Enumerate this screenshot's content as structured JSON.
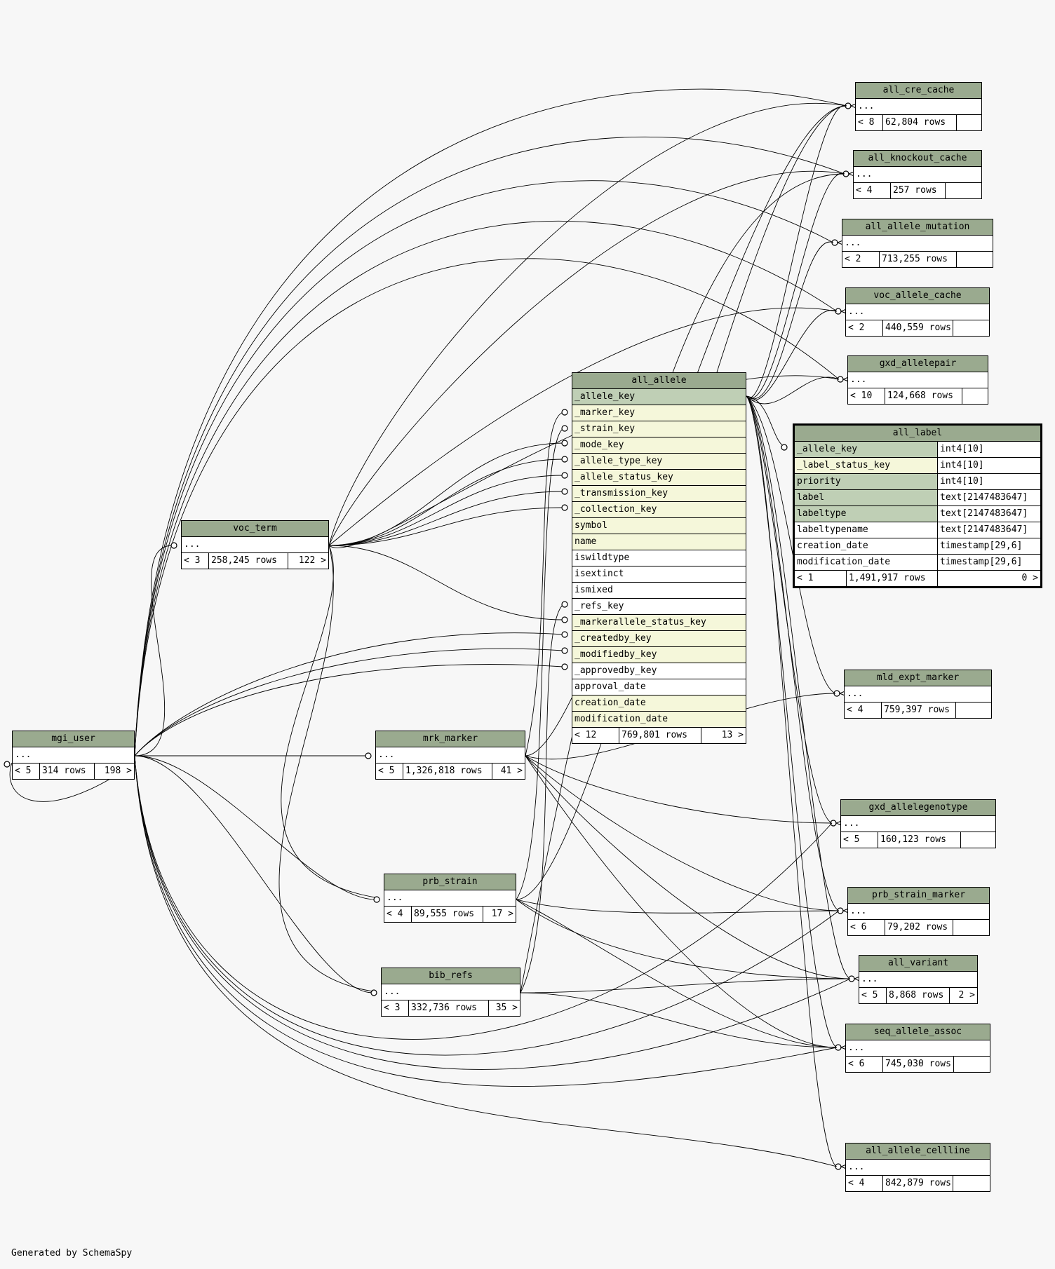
{
  "footer": "Generated by SchemaSpy",
  "focus_table": {
    "name": "all_label",
    "columns": [
      {
        "name": "_allele_key",
        "type": "int4[10]",
        "kind": "pk"
      },
      {
        "name": "_label_status_key",
        "type": "int4[10]",
        "kind": "fk"
      },
      {
        "name": "priority",
        "type": "int4[10]",
        "kind": "pk"
      },
      {
        "name": "label",
        "type": "text[2147483647]",
        "kind": "pk"
      },
      {
        "name": "labeltype",
        "type": "text[2147483647]",
        "kind": "pk"
      },
      {
        "name": "labeltypename",
        "type": "text[2147483647]",
        "kind": "plain"
      },
      {
        "name": "creation_date",
        "type": "timestamp[29,6]",
        "kind": "plain"
      },
      {
        "name": "modification_date",
        "type": "timestamp[29,6]",
        "kind": "plain"
      }
    ],
    "footer": {
      "parents": "< 1",
      "rows": "1,491,917 rows",
      "children": "0 >"
    }
  },
  "all_allele": {
    "name": "all_allele",
    "columns": [
      {
        "name": "_allele_key",
        "kind": "pk"
      },
      {
        "name": "_marker_key",
        "kind": "fk"
      },
      {
        "name": "_strain_key",
        "kind": "fk"
      },
      {
        "name": "_mode_key",
        "kind": "fk"
      },
      {
        "name": "_allele_type_key",
        "kind": "fk"
      },
      {
        "name": "_allele_status_key",
        "kind": "fk"
      },
      {
        "name": "_transmission_key",
        "kind": "fk"
      },
      {
        "name": "_collection_key",
        "kind": "fk"
      },
      {
        "name": "symbol",
        "kind": "fk"
      },
      {
        "name": "name",
        "kind": "fk"
      },
      {
        "name": "iswildtype",
        "kind": "plain"
      },
      {
        "name": "isextinct",
        "kind": "plain"
      },
      {
        "name": "ismixed",
        "kind": "plain"
      },
      {
        "name": "_refs_key",
        "kind": "plain"
      },
      {
        "name": "_markerallele_status_key",
        "kind": "fk"
      },
      {
        "name": "_createdby_key",
        "kind": "fk"
      },
      {
        "name": "_modifiedby_key",
        "kind": "fk"
      },
      {
        "name": "_approvedby_key",
        "kind": "plain"
      },
      {
        "name": "approval_date",
        "kind": "plain"
      },
      {
        "name": "creation_date",
        "kind": "fk"
      },
      {
        "name": "modification_date",
        "kind": "fk"
      }
    ],
    "footer": {
      "parents": "< 12",
      "rows": "769,801 rows",
      "children": "13 >"
    }
  },
  "tables": [
    {
      "id": "all_cre_cache",
      "name": "all_cre_cache",
      "ellipsis": "...",
      "parents": "< 8",
      "rows": "62,804 rows",
      "children": ""
    },
    {
      "id": "all_knockout_cache",
      "name": "all_knockout_cache",
      "ellipsis": "...",
      "parents": "< 4",
      "rows": "257 rows",
      "children": ""
    },
    {
      "id": "all_allele_mutation",
      "name": "all_allele_mutation",
      "ellipsis": "...",
      "parents": "< 2",
      "rows": "713,255 rows",
      "children": ""
    },
    {
      "id": "voc_allele_cache",
      "name": "voc_allele_cache",
      "ellipsis": "...",
      "parents": "< 2",
      "rows": "440,559 rows",
      "children": ""
    },
    {
      "id": "gxd_allelepair",
      "name": "gxd_allelepair",
      "ellipsis": "...",
      "parents": "< 10",
      "rows": "124,668 rows",
      "children": ""
    },
    {
      "id": "voc_term",
      "name": "voc_term",
      "ellipsis": "...",
      "parents": "< 3",
      "rows": "258,245 rows",
      "children": "122 >"
    },
    {
      "id": "mld_expt_marker",
      "name": "mld_expt_marker",
      "ellipsis": "...",
      "parents": "< 4",
      "rows": "759,397 rows",
      "children": ""
    },
    {
      "id": "mgi_user",
      "name": "mgi_user",
      "ellipsis": "...",
      "parents": "< 5",
      "rows": "314 rows",
      "children": "198 >"
    },
    {
      "id": "mrk_marker",
      "name": "mrk_marker",
      "ellipsis": "...",
      "parents": "< 5",
      "rows": "1,326,818 rows",
      "children": "41 >"
    },
    {
      "id": "gxd_allelegenotype",
      "name": "gxd_allelegenotype",
      "ellipsis": "...",
      "parents": "< 5",
      "rows": "160,123 rows",
      "children": ""
    },
    {
      "id": "prb_strain",
      "name": "prb_strain",
      "ellipsis": "...",
      "parents": "< 4",
      "rows": "89,555 rows",
      "children": "17 >"
    },
    {
      "id": "prb_strain_marker",
      "name": "prb_strain_marker",
      "ellipsis": "...",
      "parents": "< 6",
      "rows": "79,202 rows",
      "children": ""
    },
    {
      "id": "all_variant",
      "name": "all_variant",
      "ellipsis": "...",
      "parents": "< 5",
      "rows": "8,868 rows",
      "children": "2 >"
    },
    {
      "id": "bib_refs",
      "name": "bib_refs",
      "ellipsis": "...",
      "parents": "< 3",
      "rows": "332,736 rows",
      "children": "35 >"
    },
    {
      "id": "seq_allele_assoc",
      "name": "seq_allele_assoc",
      "ellipsis": "...",
      "parents": "< 6",
      "rows": "745,030 rows",
      "children": ""
    },
    {
      "id": "all_allele_cellline",
      "name": "all_allele_cellline",
      "ellipsis": "...",
      "parents": "< 4",
      "rows": "842,879 rows",
      "children": ""
    }
  ]
}
